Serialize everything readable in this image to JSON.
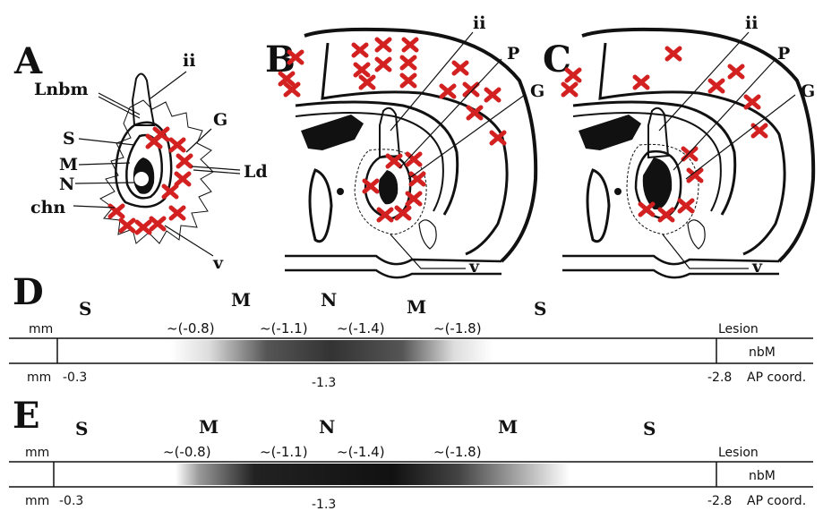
{
  "panels": {
    "A": {
      "letter": "A",
      "labels": {
        "ii": "ii",
        "Lnbm": "Lnbm",
        "G": "G",
        "S": "S",
        "M": "M",
        "N": "N",
        "Ld": "Ld",
        "chn": "chn",
        "v": "v"
      }
    },
    "B": {
      "letter": "B",
      "labels": {
        "ii": "ii",
        "P": "P",
        "G": "G",
        "v": "v"
      }
    },
    "C": {
      "letter": "C",
      "labels": {
        "ii": "ii",
        "P": "P",
        "G": "G",
        "v": "v"
      }
    }
  },
  "strips": {
    "D": {
      "letter": "D",
      "zones": [
        "S",
        "M",
        "N",
        "M",
        "S"
      ],
      "coords": [
        "~(-0.8)",
        "~(-1.1)",
        "~(-1.4)",
        "~(-1.8)"
      ],
      "mm_top": "mm",
      "mm_bottom": "mm",
      "start": "-0.3",
      "center": "-1.3",
      "end": "-2.8",
      "end_label": "AP coord.",
      "lesion": "Lesion",
      "nbm": "nbM"
    },
    "E": {
      "letter": "E",
      "zones": [
        "S",
        "M",
        "N",
        "M",
        "S"
      ],
      "coords": [
        "~(-0.8)",
        "~(-1.1)",
        "~(-1.4)",
        "~(-1.8)"
      ],
      "mm_top": "mm",
      "mm_bottom": "mm",
      "start": "-0.3",
      "center": "-1.3",
      "end": "-2.8",
      "end_label": "AP coord.",
      "lesion": "Lesion",
      "nbm": "nbM"
    }
  },
  "colors": {
    "marker": "#d32020",
    "ink": "#111111"
  }
}
